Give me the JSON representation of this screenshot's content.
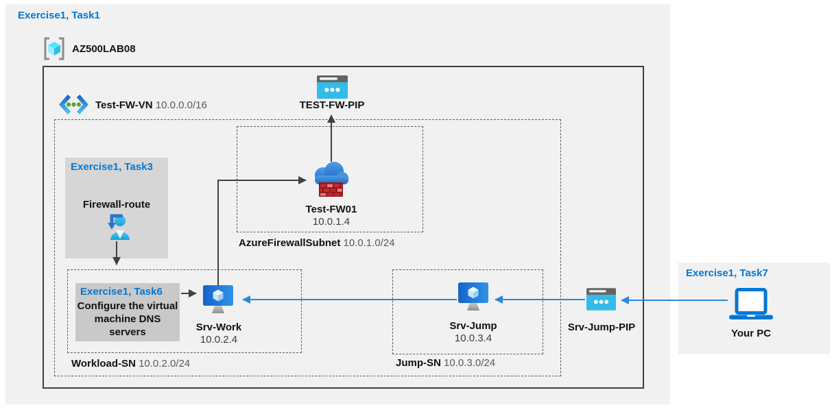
{
  "colors": {
    "accent_blue": "#0078d4",
    "arrow_blue": "#2b88d8",
    "arrow_dark": "#404040",
    "cyan_icon": "#34bbe8",
    "firewall_red": "#c42b2f"
  },
  "outer": {
    "title": "Exercise1, Task1"
  },
  "resource_group": {
    "name": "AZ500LAB08"
  },
  "vnet": {
    "name": "Test-FW-VN",
    "cidr": "10.0.0.0/16"
  },
  "subnets": {
    "firewall": {
      "name": "AzureFirewallSubnet",
      "cidr": "10.0.1.0/24"
    },
    "workload": {
      "name": "Workload-SN",
      "cidr": "10.0.2.0/24"
    },
    "jump": {
      "name": "Jump-SN",
      "cidr": "10.0.3.0/24"
    }
  },
  "nodes": {
    "test_fw_pip": {
      "label": "TEST-FW-PIP"
    },
    "firewall": {
      "name": "Test-FW01",
      "ip": "10.0.1.4"
    },
    "srv_work": {
      "name": "Srv-Work",
      "ip": "10.0.2.4"
    },
    "srv_jump": {
      "name": "Srv-Jump",
      "ip": "10.0.3.4"
    },
    "srv_jump_pip": {
      "label": "Srv-Jump-PIP"
    },
    "your_pc": {
      "label": "Your PC"
    }
  },
  "tasks": {
    "task3": {
      "title": "Exercise1, Task3",
      "name": "Firewall-route"
    },
    "task6": {
      "title": "Exercise1, Task6",
      "description": "Configure the virtual machine DNS servers"
    },
    "task7": {
      "title": "Exercise1, Task7"
    }
  }
}
